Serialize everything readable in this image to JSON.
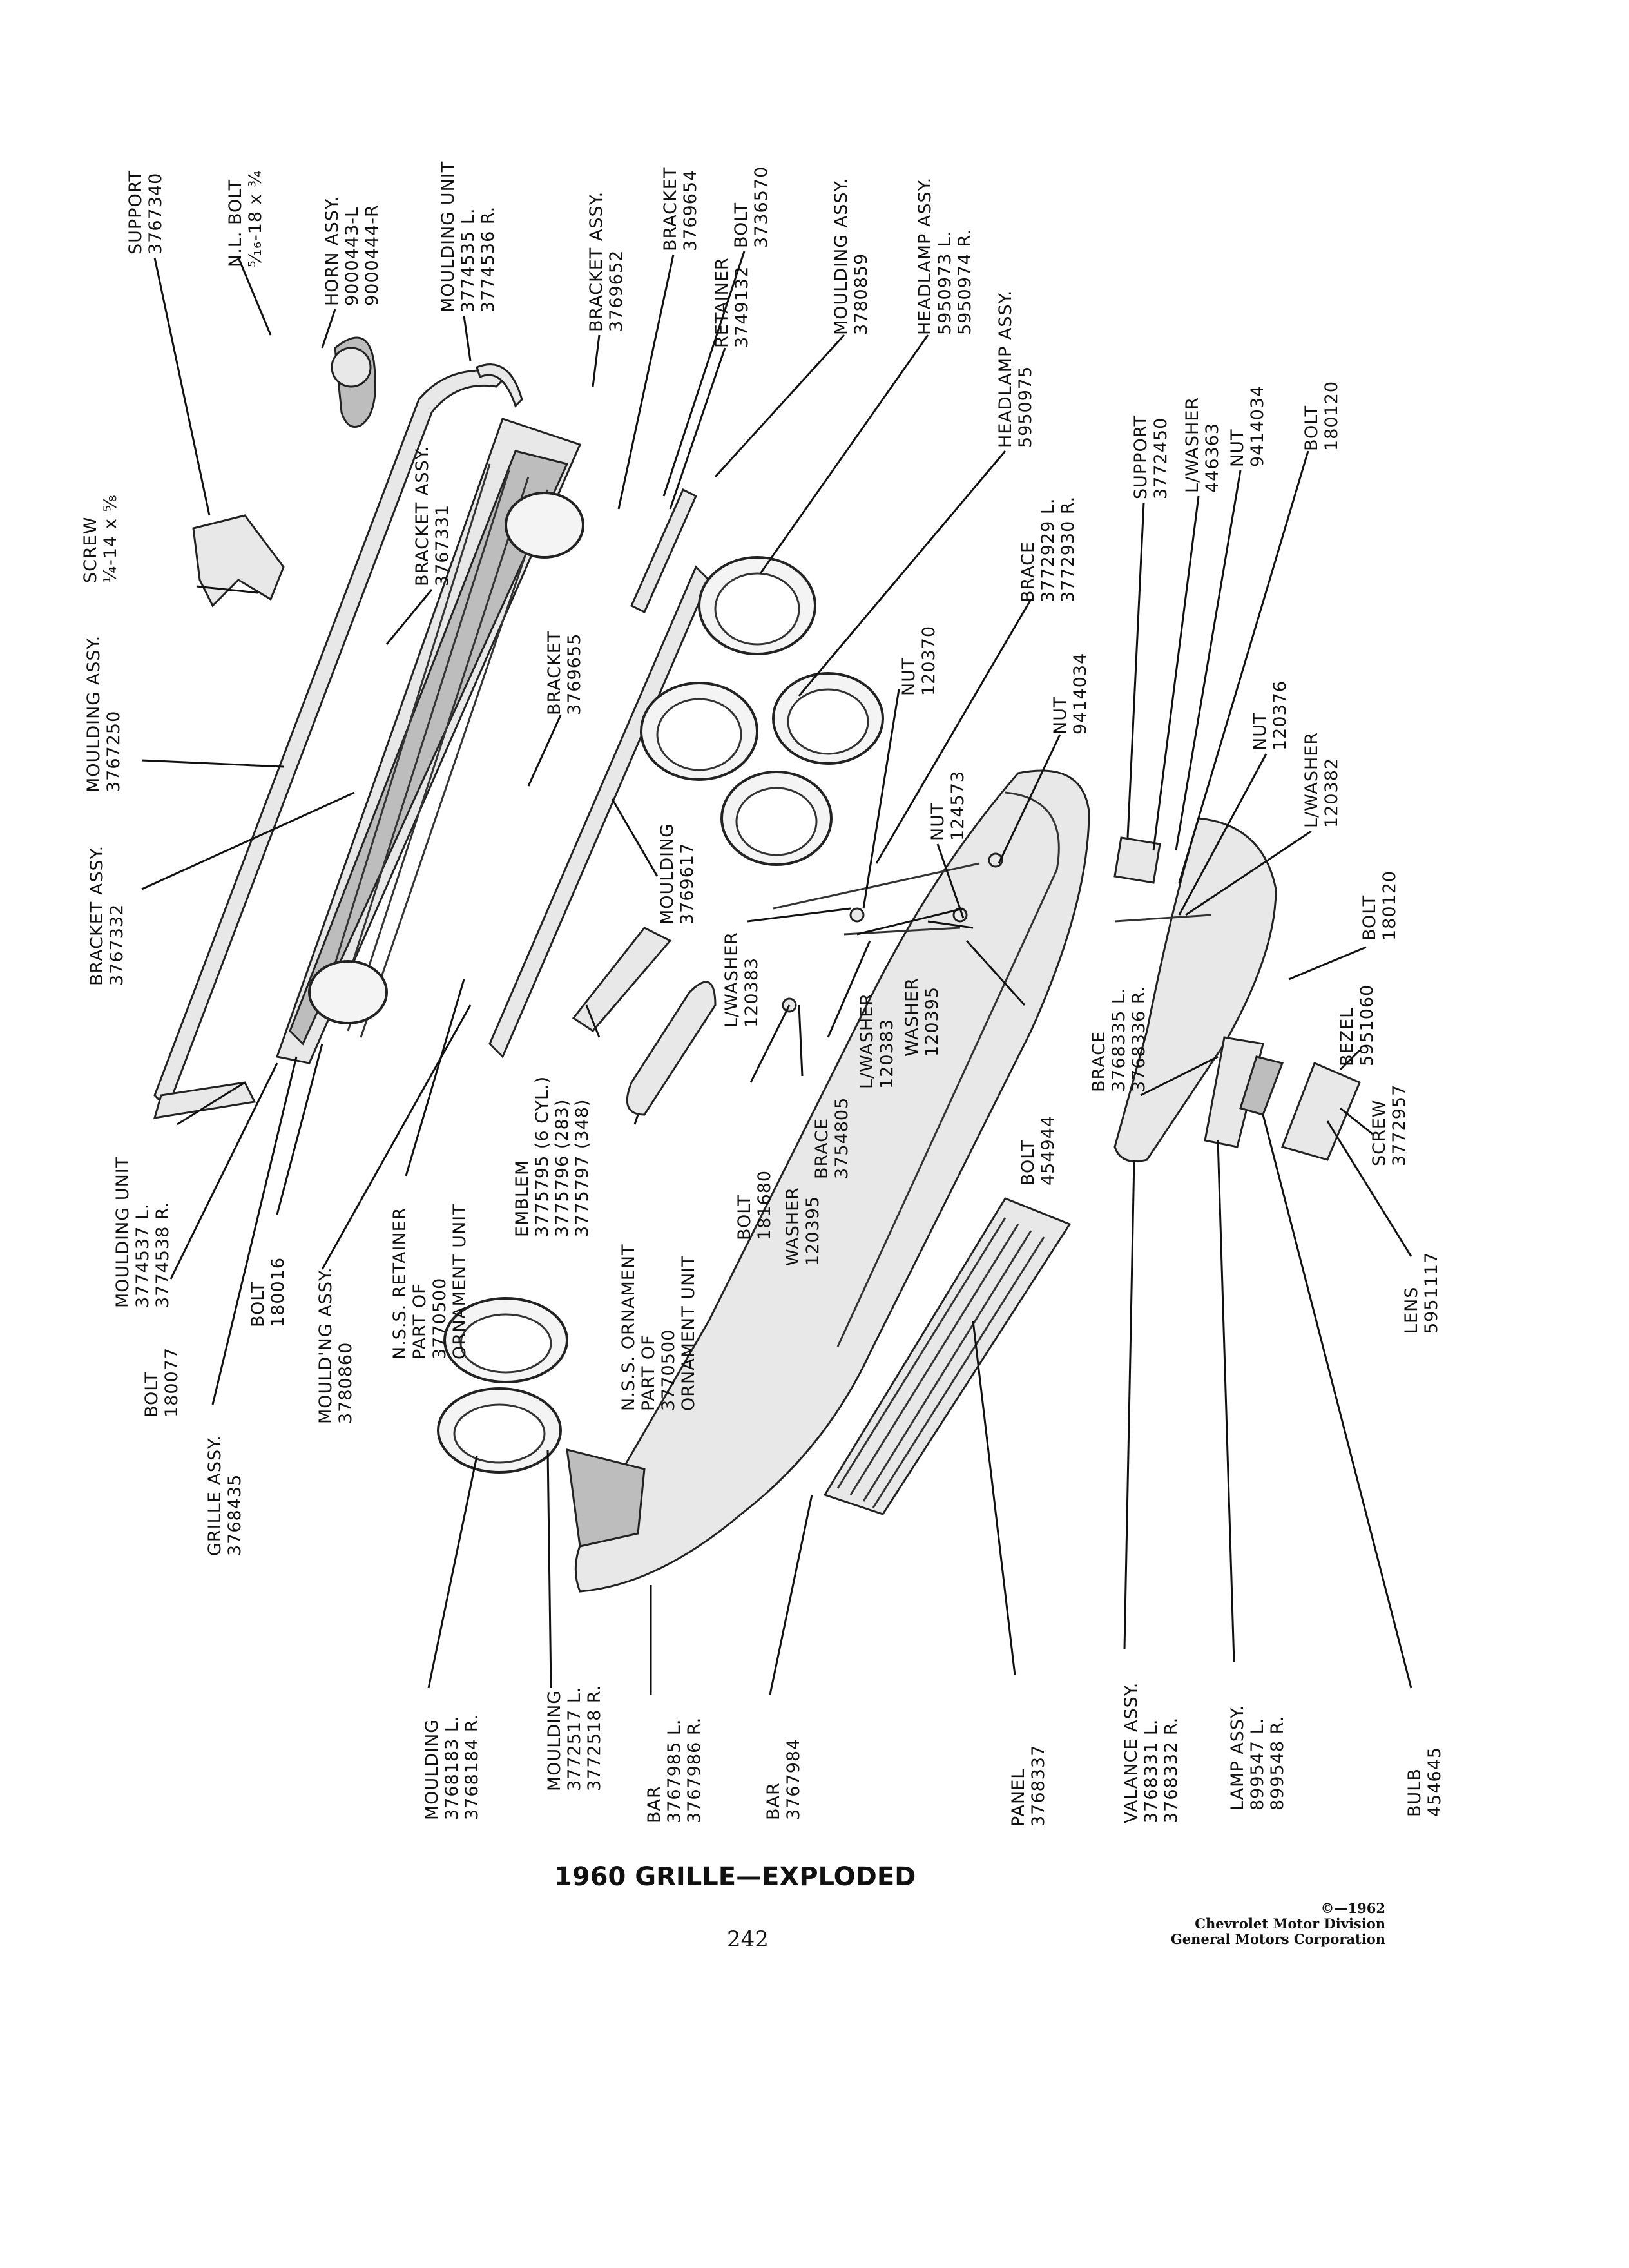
{
  "title": "1960 GRILLE—EXPLODED",
  "page_number": "242",
  "copyright": {
    "line1": "©—1962",
    "line2": "Chevrolet Motor Division",
    "line3": "General Motors Corporation"
  },
  "labels": [
    {
      "id": "support-3767340",
      "lines": [
        "SUPPORT",
        "3767340"
      ]
    },
    {
      "id": "nl-bolt",
      "lines": [
        "N.L. BOLT",
        "⁵⁄₁₆-18 x ¾"
      ]
    },
    {
      "id": "horn-assy",
      "lines": [
        "HORN ASSY.",
        "9000443-L",
        "9000444-R"
      ]
    },
    {
      "id": "moulding-unit-3774535",
      "lines": [
        "MOULDING UNIT",
        "3774535 L.",
        "3774536 R."
      ]
    },
    {
      "id": "bracket-assy-3769652",
      "lines": [
        "BRACKET ASSY.",
        "3769652"
      ]
    },
    {
      "id": "bracket-3769654",
      "lines": [
        "BRACKET",
        "3769654"
      ]
    },
    {
      "id": "bolt-3736570",
      "lines": [
        "BOLT",
        "3736570"
      ]
    },
    {
      "id": "retainer-3749132",
      "lines": [
        "RETAINER",
        "3749132"
      ]
    },
    {
      "id": "moulding-assy-3780859",
      "lines": [
        "MOULDING ASSY.",
        "3780859"
      ]
    },
    {
      "id": "headlamp-assy-5950973",
      "lines": [
        "HEADLAMP ASSY.",
        "5950973 L.",
        "5950974 R."
      ]
    },
    {
      "id": "headlamp-assy-5950975",
      "lines": [
        "HEADLAMP ASSY.",
        "5950975"
      ]
    },
    {
      "id": "screw-1-4",
      "lines": [
        "SCREW",
        "¼-14 x ⅝"
      ]
    },
    {
      "id": "bracket-assy-3767331",
      "lines": [
        "BRACKET ASSY.",
        "3767331"
      ]
    },
    {
      "id": "moulding-assy-3767250",
      "lines": [
        "MOULDING ASSY.",
        "3767250"
      ]
    },
    {
      "id": "bracket-assy-3767332",
      "lines": [
        "BRACKET ASSY.",
        "3767332"
      ]
    },
    {
      "id": "bracket-3769655",
      "lines": [
        "BRACKET",
        "3769655"
      ]
    },
    {
      "id": "support-3772450",
      "lines": [
        "SUPPORT",
        "3772450"
      ]
    },
    {
      "id": "l-washer-446363",
      "lines": [
        "L/WASHER",
        "446363"
      ]
    },
    {
      "id": "nut-9414034-top",
      "lines": [
        "NUT",
        "9414034"
      ]
    },
    {
      "id": "bolt-180120-top",
      "lines": [
        "BOLT",
        "180120"
      ]
    },
    {
      "id": "brace-3772929",
      "lines": [
        "BRACE",
        "3772929 L.",
        "3772930 R."
      ]
    },
    {
      "id": "nut-120370",
      "lines": [
        "NUT",
        "120370"
      ]
    },
    {
      "id": "nut-9414034",
      "lines": [
        "NUT",
        "9414034"
      ]
    },
    {
      "id": "nut-120376",
      "lines": [
        "NUT",
        "120376"
      ]
    },
    {
      "id": "l-washer-120382",
      "lines": [
        "L/WASHER",
        "120382"
      ]
    },
    {
      "id": "nut-124573",
      "lines": [
        "NUT",
        "124573"
      ]
    },
    {
      "id": "moulding-3769617",
      "lines": [
        "MOULDING",
        "3769617"
      ]
    },
    {
      "id": "l-washer-120383-a",
      "lines": [
        "L/WASHER",
        "120383"
      ]
    },
    {
      "id": "l-washer-120383-b",
      "lines": [
        "L/WASHER",
        "120383"
      ]
    },
    {
      "id": "washer-120395-a",
      "lines": [
        "WASHER",
        "120395"
      ]
    },
    {
      "id": "bolt-180120",
      "lines": [
        "BOLT",
        "180120"
      ]
    },
    {
      "id": "brace-3768335",
      "lines": [
        "BRACE",
        "3768335 L.",
        "3768336 R."
      ]
    },
    {
      "id": "bezel-5951060",
      "lines": [
        "BEZEL",
        "5951060"
      ]
    },
    {
      "id": "bolt-454944",
      "lines": [
        "BOLT",
        "454944"
      ]
    },
    {
      "id": "screw-3772957",
      "lines": [
        "SCREW",
        "3772957"
      ]
    },
    {
      "id": "emblem",
      "lines": [
        "EMBLEM",
        "3775795 (6 CYL.)",
        "3775796 (283)",
        "3775797 (348)"
      ]
    },
    {
      "id": "bolt-181680",
      "lines": [
        "BOLT",
        "181680"
      ]
    },
    {
      "id": "washer-120395-b",
      "lines": [
        "WASHER",
        "120395"
      ]
    },
    {
      "id": "brace-3754805",
      "lines": [
        "BRACE",
        "3754805"
      ]
    },
    {
      "id": "moulding-unit-3774537",
      "lines": [
        "MOULDING UNIT",
        "3774537 L.",
        "3774538 R."
      ]
    },
    {
      "id": "bolt-180016",
      "lines": [
        "BOLT",
        "180016"
      ]
    },
    {
      "id": "nss-retainer",
      "lines": [
        "N.S.S. RETAINER",
        "PART OF",
        "3770500",
        "ORNAMENT UNIT"
      ]
    },
    {
      "id": "nss-ornament",
      "lines": [
        "N.S.S. ORNAMENT",
        "PART OF",
        "3770500",
        "ORNAMENT UNIT"
      ]
    },
    {
      "id": "lens-5951117",
      "lines": [
        "LENS",
        "5951117"
      ]
    },
    {
      "id": "bolt-180077",
      "lines": [
        "BOLT",
        "180077"
      ]
    },
    {
      "id": "moulding-assy-3780860",
      "lines": [
        "MOULD'NG ASSY.",
        "3780860"
      ]
    },
    {
      "id": "grille-assy",
      "lines": [
        "GRILLE ASSY.",
        "3768435"
      ]
    },
    {
      "id": "moulding-3768183",
      "lines": [
        "MOULDING",
        "3768183 L.",
        "3768184 R."
      ]
    },
    {
      "id": "moulding-3772517",
      "lines": [
        "MOULDING",
        "3772517 L.",
        "3772518 R."
      ]
    },
    {
      "id": "bar-3767985",
      "lines": [
        "BAR",
        "3767985 L.",
        "3767986 R."
      ]
    },
    {
      "id": "bar-3767984",
      "lines": [
        "BAR",
        "3767984"
      ]
    },
    {
      "id": "panel-3768337",
      "lines": [
        "PANEL",
        "3768337"
      ]
    },
    {
      "id": "valance-assy",
      "lines": [
        "VALANCE ASSY.",
        "3768331 L.",
        "3768332 R."
      ]
    },
    {
      "id": "lamp-assy",
      "lines": [
        "LAMP ASSY.",
        "899547 L.",
        "899548 R."
      ]
    },
    {
      "id": "bulb-454645",
      "lines": [
        "BULB",
        "454645"
      ]
    }
  ]
}
